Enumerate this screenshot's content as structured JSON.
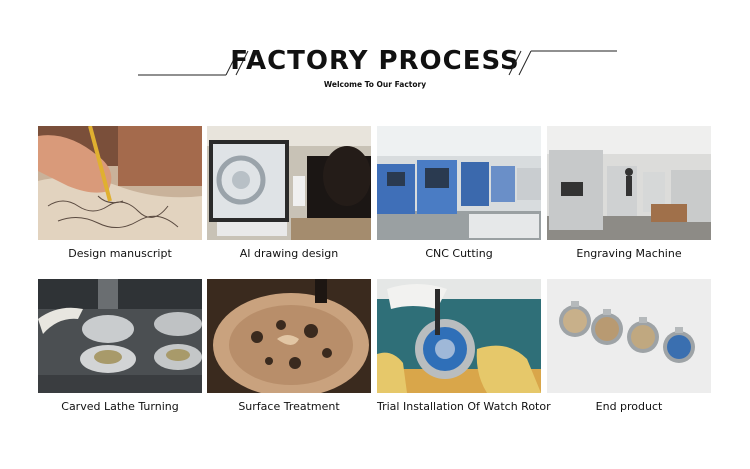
{
  "header": {
    "title": "FACTORY PROCESS",
    "subtitle": "Welcome To Our Factory"
  },
  "steps": [
    {
      "label": "Design manuscript"
    },
    {
      "label": "AI drawing design"
    },
    {
      "label": "CNC Cutting"
    },
    {
      "label": "Engraving Machine"
    },
    {
      "label": "Carved Lathe Turning"
    },
    {
      "label": "Surface Treatment"
    },
    {
      "label": "Trial Installation Of Watch Rotor"
    },
    {
      "label": "End product"
    }
  ]
}
